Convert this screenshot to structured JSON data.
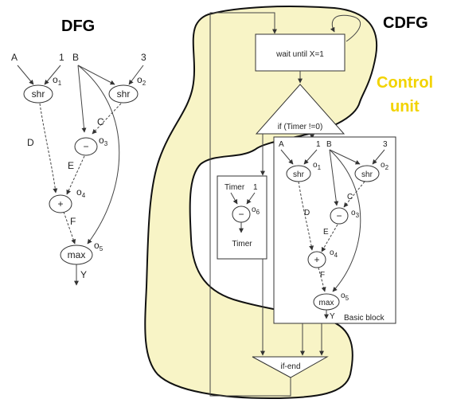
{
  "titles": {
    "dfg": "DFG",
    "cdfg": "CDFG",
    "control_line1": "Control",
    "control_line2": "unit"
  },
  "colors": {
    "control_fill": "#f8f4c6",
    "control_text": "#f2d300"
  },
  "dfg": {
    "inputs": {
      "a": "A",
      "one": "1",
      "b": "B",
      "three": "3"
    },
    "ops": {
      "shr1": "shr",
      "shr2": "shr",
      "minus": "−",
      "plus": "+",
      "max": "max"
    },
    "op_ids": {
      "o1": "o",
      "o1s": "1",
      "o2": "o",
      "o2s": "2",
      "o3": "o",
      "o3s": "3",
      "o4": "o",
      "o4s": "4",
      "o5": "o",
      "o5s": "5"
    },
    "edges": {
      "c": "C",
      "d": "D",
      "e": "E",
      "f": "F",
      "y": "Y"
    }
  },
  "cdfg": {
    "wait": "wait until X=1",
    "if": "if (Timer !=0)",
    "if_end": "if-end",
    "timer": {
      "in_timer": "Timer",
      "in_one": "1",
      "op": "−",
      "out": "Timer",
      "id": "o",
      "id_sub": "6"
    },
    "basic_block_label": "Basic block"
  }
}
